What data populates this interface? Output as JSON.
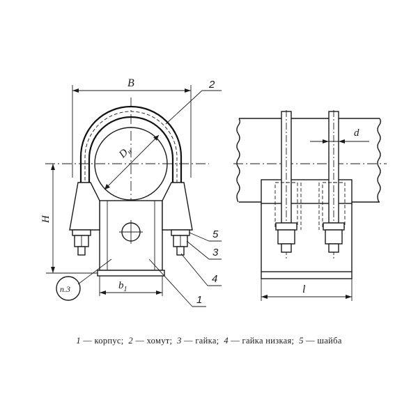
{
  "dimensions": {
    "width_B": "B",
    "diameter": "D",
    "diameter_sub": "н",
    "height_H": "H",
    "base_b": "b",
    "base_b_sub": "1",
    "length_l": "l",
    "bolt_d": "d"
  },
  "callouts": {
    "c1": "1",
    "c2": "2",
    "c3": "3",
    "c4": "4",
    "c5": "5",
    "note": "п.3"
  },
  "legend": [
    {
      "num": "1",
      "text": "корпус;"
    },
    {
      "num": "2",
      "text": "хомут;"
    },
    {
      "num": "3",
      "text": "гайка;"
    },
    {
      "num": "4",
      "text": "гайка низкая;"
    },
    {
      "num": "5",
      "text": "шайба"
    }
  ]
}
